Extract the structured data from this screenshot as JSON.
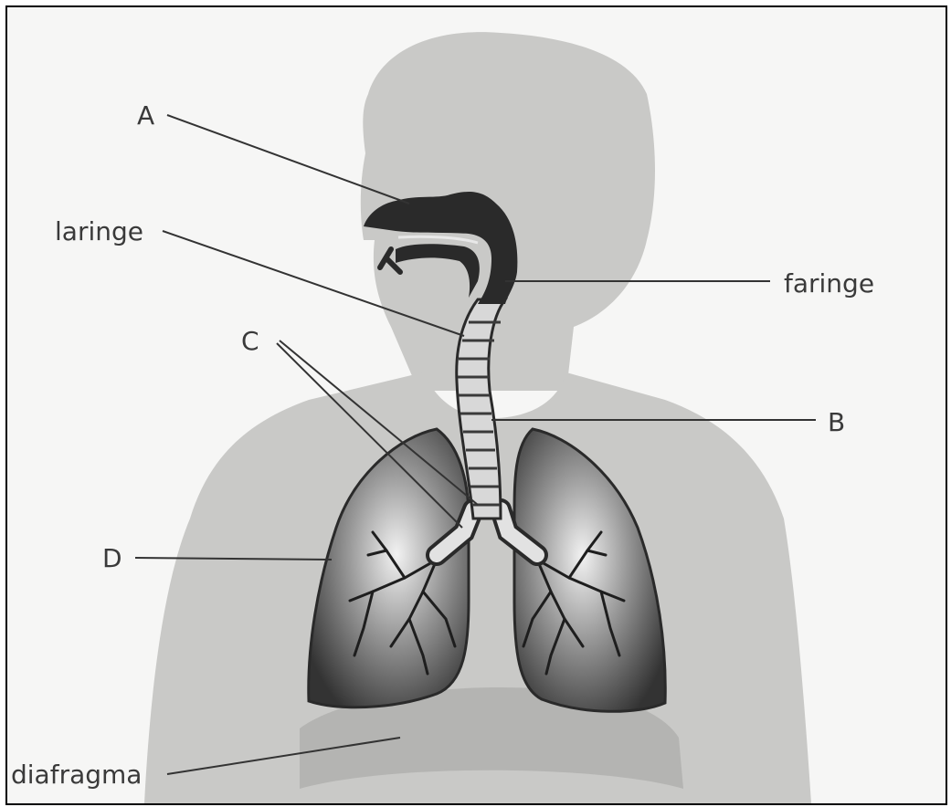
{
  "labels": {
    "a": "A",
    "laringe": "laringe",
    "faringe": "faringe",
    "c": "C",
    "b": "B",
    "d": "D",
    "diafragma": "diafragma"
  },
  "colors": {
    "background": "#f6f6f5",
    "silhouette": "#c9c9c7",
    "lung": "#4a4a4a",
    "airway": "#2c2c2c",
    "diaphragm": "#b4b4b2",
    "label_text": "#3a3a3a",
    "leader_line": "#333333"
  }
}
